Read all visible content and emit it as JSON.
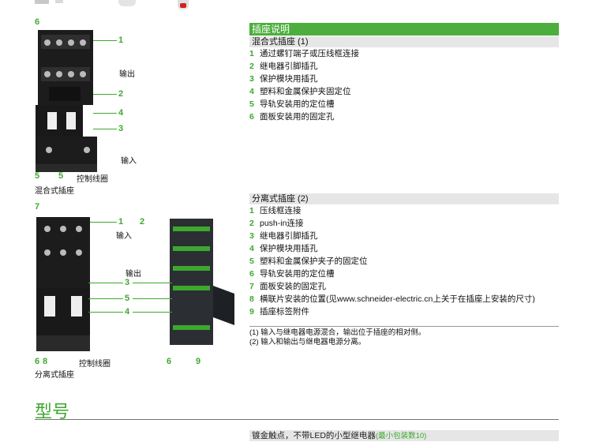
{
  "colors": {
    "accent": "#3da82e",
    "header_bg": "#4cae3c",
    "subheader_bg": "#e6e6e6"
  },
  "section": {
    "title": "插座说明",
    "mixed": {
      "heading": "混合式插座 (1)",
      "items": [
        {
          "n": "1",
          "text": "通过螺钉端子或压线框连接"
        },
        {
          "n": "2",
          "text": "继电器引脚插孔"
        },
        {
          "n": "3",
          "text": "保护模块用插孔"
        },
        {
          "n": "4",
          "text": "塑料和金属保护夹固定位"
        },
        {
          "n": "5",
          "text": "导轨安装用的定位槽"
        },
        {
          "n": "6",
          "text": "面板安装用的固定孔"
        }
      ]
    },
    "separate": {
      "heading": "分离式插座 (2)",
      "items": [
        {
          "n": "1",
          "text": "压线框连接"
        },
        {
          "n": "2",
          "text": "push-in连接"
        },
        {
          "n": "3",
          "text": "继电器引脚插孔"
        },
        {
          "n": "4",
          "text": "保护模块用插孔"
        },
        {
          "n": "5",
          "text": "塑料和金属保护夹子的固定位"
        },
        {
          "n": "6",
          "text": "导轨安装用的定位槽"
        },
        {
          "n": "7",
          "text": "面板安装的固定孔"
        },
        {
          "n": "8",
          "text": "横联片安装的位置(见www.schneider-electric.cn上关于在插座上安装的尺寸)"
        },
        {
          "n": "9",
          "text": "插座标签附件"
        }
      ]
    },
    "footnotes": [
      "(1) 输入与继电器电源混合，输出位于插座的相对侧。",
      "(2) 输入和输出与继电器电源分离。"
    ]
  },
  "figure_top": {
    "caption": "混合式插座",
    "label_output": "输出",
    "label_input": "输入",
    "label_coil": "控制线圈",
    "callouts": [
      "6",
      "1",
      "2",
      "4",
      "3",
      "5",
      "5"
    ]
  },
  "figure_bottom": {
    "caption": "分离式插座",
    "label_input": "输入",
    "label_output": "输出",
    "label_coil": "控制线圈",
    "callouts": [
      "7",
      "1",
      "3",
      "5",
      "4",
      "6",
      "8",
      "2",
      "6",
      "9"
    ]
  },
  "model": {
    "title": "型号",
    "table_head": "镀金触点，不带LED的小型继电器",
    "table_head_note": "(最小包装数10)"
  }
}
